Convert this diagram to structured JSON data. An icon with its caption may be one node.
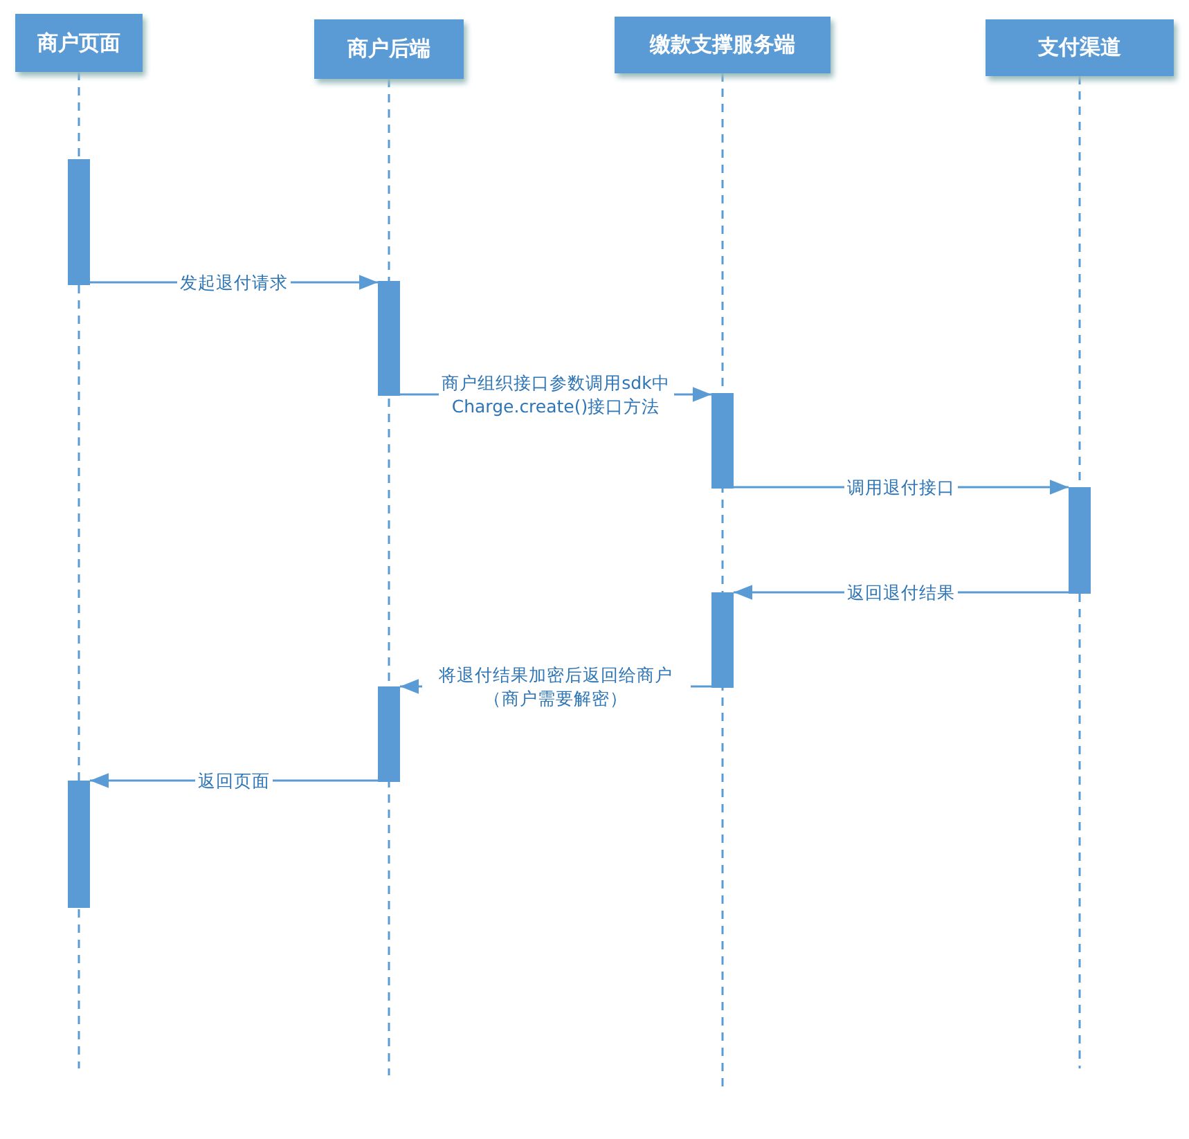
{
  "diagram": {
    "nodes": [
      {
        "text": [
          "商户页面"
        ]
      },
      {
        "text": [
          "商户后端"
        ]
      },
      {
        "text": [
          "缴款支撑服务端"
        ]
      },
      {
        "text": [
          "支付渠道"
        ]
      },
      {
        "text": [],
        "shape": "bar"
      },
      {
        "text": [],
        "shape": "bar"
      },
      {
        "text": [],
        "shape": "bar"
      },
      {
        "text": [],
        "shape": "bar"
      },
      {
        "text": [],
        "shape": "bar"
      },
      {
        "text": [],
        "shape": "bar"
      },
      {
        "text": [],
        "shape": "bar"
      }
    ],
    "edges": [
      {
        "from": 4,
        "to": 5,
        "arrow": "to",
        "label": "发起退付请求"
      },
      {
        "from": 5,
        "to": 6,
        "arrow": "to",
        "label": "商户组织接口参数调用sdk中Charge.create()接口方法"
      },
      {
        "from": 6,
        "to": 7,
        "arrow": "to",
        "label": "调用退付接口"
      },
      {
        "from": 7,
        "to": 8,
        "arrow": "to",
        "label": "返回退付结果"
      },
      {
        "from": 8,
        "to": 9,
        "arrow": "to",
        "label": "将退付结果加密后返回给商户（商户需要解密）"
      },
      {
        "from": 9,
        "to": 10,
        "arrow": "to",
        "label": "返回页面"
      }
    ]
  }
}
